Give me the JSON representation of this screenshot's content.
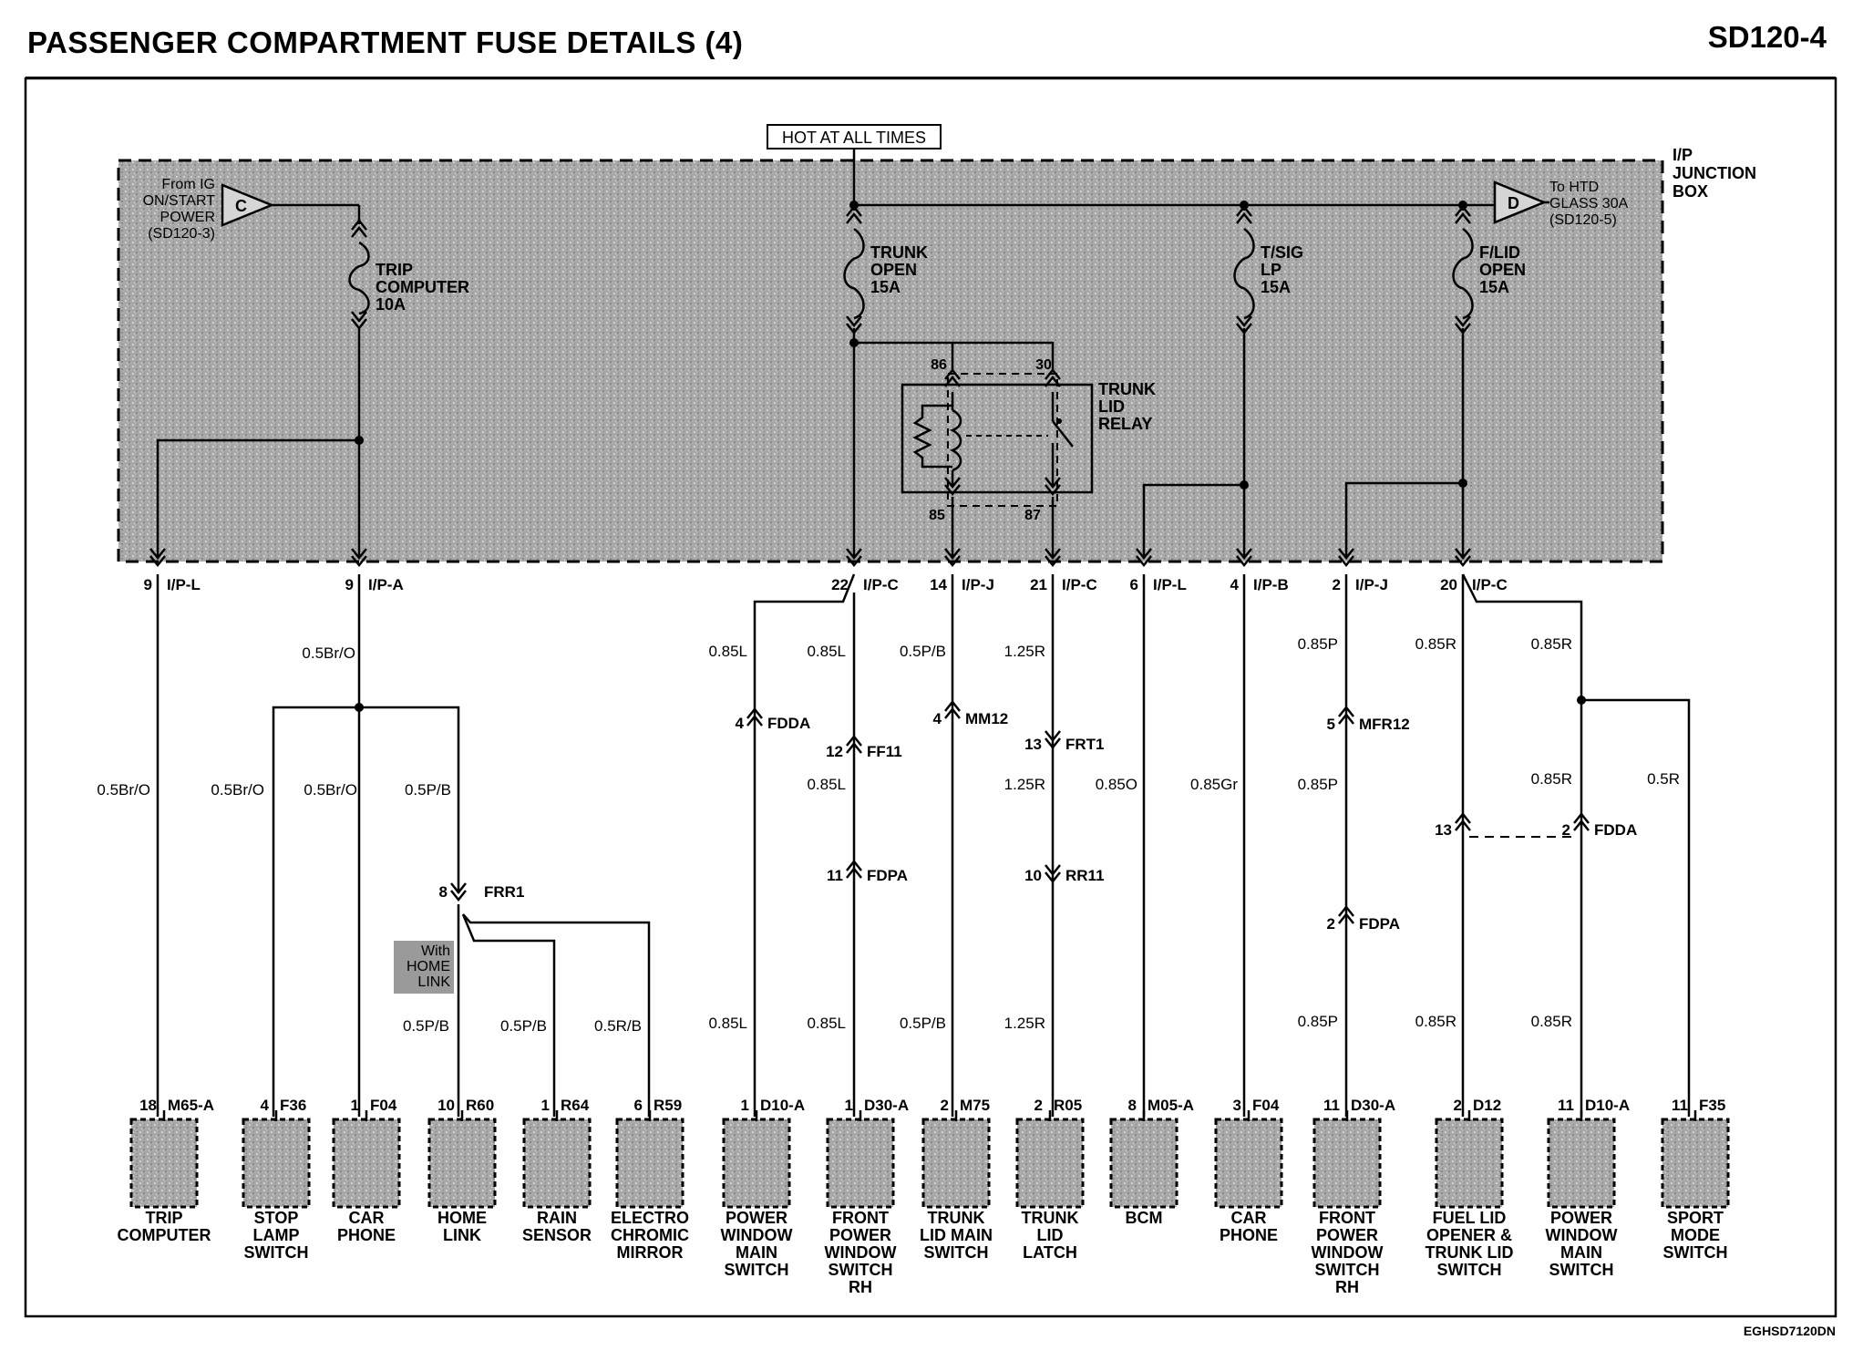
{
  "page": {
    "title": "PASSENGER COMPARTMENT FUSE DETAILS (4)",
    "code": "SD120-4",
    "footer_code": "EGHSD7120DN"
  },
  "hot_label": "HOT AT ALL TIMES",
  "junction_box_label": [
    "I/P",
    "JUNCTION",
    "BOX"
  ],
  "power_sources": [
    {
      "id": "C",
      "lines": [
        "From IG",
        "ON/START",
        "POWER",
        "(SD120-3)"
      ]
    },
    {
      "id": "D",
      "lines": [
        "To HTD",
        "GLASS 30A",
        "(SD120-5)"
      ]
    }
  ],
  "fuses": [
    {
      "lines": [
        "TRIP",
        "COMPUTER",
        "10A"
      ]
    },
    {
      "lines": [
        "TRUNK",
        "OPEN",
        "15A"
      ]
    },
    {
      "lines": [
        "T/SIG",
        "LP",
        "15A"
      ]
    },
    {
      "lines": [
        "F/LID",
        "OPEN",
        "15A"
      ]
    }
  ],
  "relay": {
    "lines": [
      "TRUNK",
      "LID",
      "RELAY"
    ],
    "pins": [
      "86",
      "30",
      "85",
      "87"
    ]
  },
  "jb_connectors": [
    {
      "pin": "9",
      "name": "I/P-L"
    },
    {
      "pin": "9",
      "name": "I/P-A"
    },
    {
      "pin": "22",
      "name": "I/P-C"
    },
    {
      "pin": "14",
      "name": "I/P-J"
    },
    {
      "pin": "21",
      "name": "I/P-C"
    },
    {
      "pin": "6",
      "name": "I/P-L"
    },
    {
      "pin": "4",
      "name": "I/P-B"
    },
    {
      "pin": "2",
      "name": "I/P-J"
    },
    {
      "pin": "20",
      "name": "I/P-C"
    }
  ],
  "wire_labels": [
    "0.5Br/O",
    "0.5Br/O",
    "0.5Br/O",
    "0.5Br/O",
    "0.5P/B",
    "0.5P/B",
    "0.5P/B",
    "0.5R/B",
    "0.85L",
    "0.85L",
    "0.85L",
    "0.85L",
    "0.85L",
    "0.5P/B",
    "0.5P/B",
    "1.25R",
    "1.25R",
    "1.25R",
    "0.85O",
    "0.85Gr",
    "0.85P",
    "0.85P",
    "0.85P",
    "0.85R",
    "0.85R",
    "0.85R",
    "0.85R",
    "0.85R",
    "0.5R"
  ],
  "inline_connectors": [
    {
      "pin": "8",
      "name": "FRR1"
    },
    {
      "pin": "4",
      "name": "FDDA"
    },
    {
      "pin": "12",
      "name": "FF11"
    },
    {
      "pin": "11",
      "name": "FDPA"
    },
    {
      "pin": "4",
      "name": "MM12"
    },
    {
      "pin": "13",
      "name": "FRT1"
    },
    {
      "pin": "10",
      "name": "RR11"
    },
    {
      "pin": "5",
      "name": "MFR12"
    },
    {
      "pin": "2",
      "name": "FDPA"
    },
    {
      "pin": "13",
      "name": ""
    },
    {
      "pin": "2",
      "name": "FDDA"
    }
  ],
  "option_note": [
    "With",
    "HOME",
    "LINK"
  ],
  "components": [
    {
      "pin": "18",
      "connector": "M65-A",
      "lines": [
        "TRIP",
        "COMPUTER"
      ]
    },
    {
      "pin": "4",
      "connector": "F36",
      "lines": [
        "STOP",
        "LAMP",
        "SWITCH"
      ]
    },
    {
      "pin": "1",
      "connector": "F04",
      "lines": [
        "CAR",
        "PHONE"
      ]
    },
    {
      "pin": "10",
      "connector": "R60",
      "lines": [
        "HOME",
        "LINK"
      ]
    },
    {
      "pin": "1",
      "connector": "R64",
      "lines": [
        "RAIN",
        "SENSOR"
      ]
    },
    {
      "pin": "6",
      "connector": "R59",
      "lines": [
        "ELECTRO",
        "CHROMIC",
        "MIRROR"
      ]
    },
    {
      "pin": "1",
      "connector": "D10-A",
      "lines": [
        "POWER",
        "WINDOW",
        "MAIN",
        "SWITCH"
      ]
    },
    {
      "pin": "1",
      "connector": "D30-A",
      "lines": [
        "FRONT",
        "POWER",
        "WINDOW",
        "SWITCH",
        "RH"
      ]
    },
    {
      "pin": "2",
      "connector": "M75",
      "lines": [
        "TRUNK",
        "LID MAIN",
        "SWITCH"
      ]
    },
    {
      "pin": "2",
      "connector": "R05",
      "lines": [
        "TRUNK",
        "LID",
        "LATCH"
      ]
    },
    {
      "pin": "8",
      "connector": "M05-A",
      "lines": [
        "BCM"
      ]
    },
    {
      "pin": "3",
      "connector": "F04",
      "lines": [
        "CAR",
        "PHONE"
      ]
    },
    {
      "pin": "11",
      "connector": "D30-A",
      "lines": [
        "FRONT",
        "POWER",
        "WINDOW",
        "SWITCH",
        "RH"
      ]
    },
    {
      "pin": "2",
      "connector": "D12",
      "lines": [
        "FUEL LID",
        "OPENER &",
        "TRUNK LID",
        "SWITCH"
      ]
    },
    {
      "pin": "11",
      "connector": "D10-A",
      "lines": [
        "POWER",
        "WINDOW",
        "MAIN",
        "SWITCH"
      ]
    },
    {
      "pin": "11",
      "connector": "F35",
      "lines": [
        "SPORT",
        "MODE",
        "SWITCH"
      ]
    }
  ]
}
